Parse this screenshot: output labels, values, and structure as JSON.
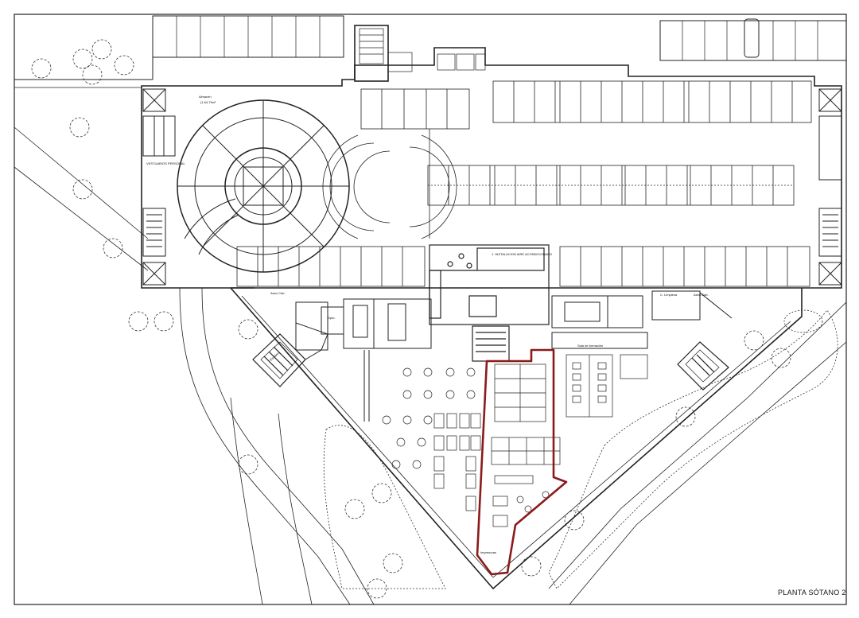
{
  "plan": {
    "sheet_title": "PLANTA SÓTANO 2",
    "labels": {
      "almacen": "Almacén",
      "almacen_area": "(1.64,79m²",
      "vestuarios": "VESTUARIOS PERSONAL",
      "instalacion": "1. INSTALACION AIRE ACONDICIONADO",
      "aseo_left": "Aseo Cab.",
      "aseo_right": "Aseo Cab.",
      "limpieza": "C. Limpieza",
      "sala_formacion": "Sala de formación",
      "impresoras": "Impresoras",
      "dpto": "Dpto.",
      "escalera": "Escalera"
    },
    "highlight_color": "#8b1a1a"
  }
}
